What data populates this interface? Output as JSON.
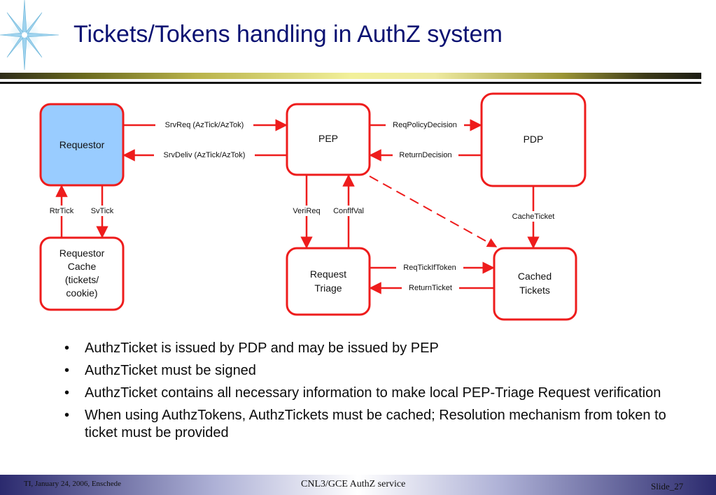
{
  "slide": {
    "title": "Tickets/Tokens handling in AuthZ system"
  },
  "diagram": {
    "boxes": {
      "requestor": "Requestor",
      "pep": "PEP",
      "pdp": "PDP",
      "requestor_cache": [
        "Requestor",
        "Cache",
        "(tickets/",
        "cookie)"
      ],
      "request_triage": [
        "Request",
        "Triage"
      ],
      "cached_tickets": [
        "Cached",
        "Tickets"
      ]
    },
    "arrows": {
      "srvreq": "SrvReq (AzTick/AzTok)",
      "srvdeliv": "SrvDeliv (AzTick/AzTok)",
      "reqpolicydecision": "ReqPolicyDecision",
      "returndecision": "ReturnDecision",
      "rtrtick": "RtrTick",
      "svtick": "SvTick",
      "verireq": "VeriReq",
      "conflfval": "ConflfVal",
      "cacheticket": "CacheTicket",
      "reqtickiftoken": "ReqTickIfToken",
      "returnticket": "ReturnTicket"
    },
    "colors": {
      "box_stroke": "#ee1c1c",
      "requestor_fill": "#99ccff",
      "arrow": "#ee1c1c"
    }
  },
  "bullets": [
    "AuthzTicket is issued by PDP and may be issued by PEP",
    "AuthzTicket must be signed",
    "AuthzTicket contains all necessary information to make local PEP-Triage Request verification",
    "When using AuthzTokens, AuthzTickets must be cached; Resolution mechanism from token to ticket must be provided"
  ],
  "footer": {
    "left": "TI, January 24, 2006, Enschede",
    "center": "CNL3/GCE AuthZ service",
    "right": "Slide_27"
  }
}
